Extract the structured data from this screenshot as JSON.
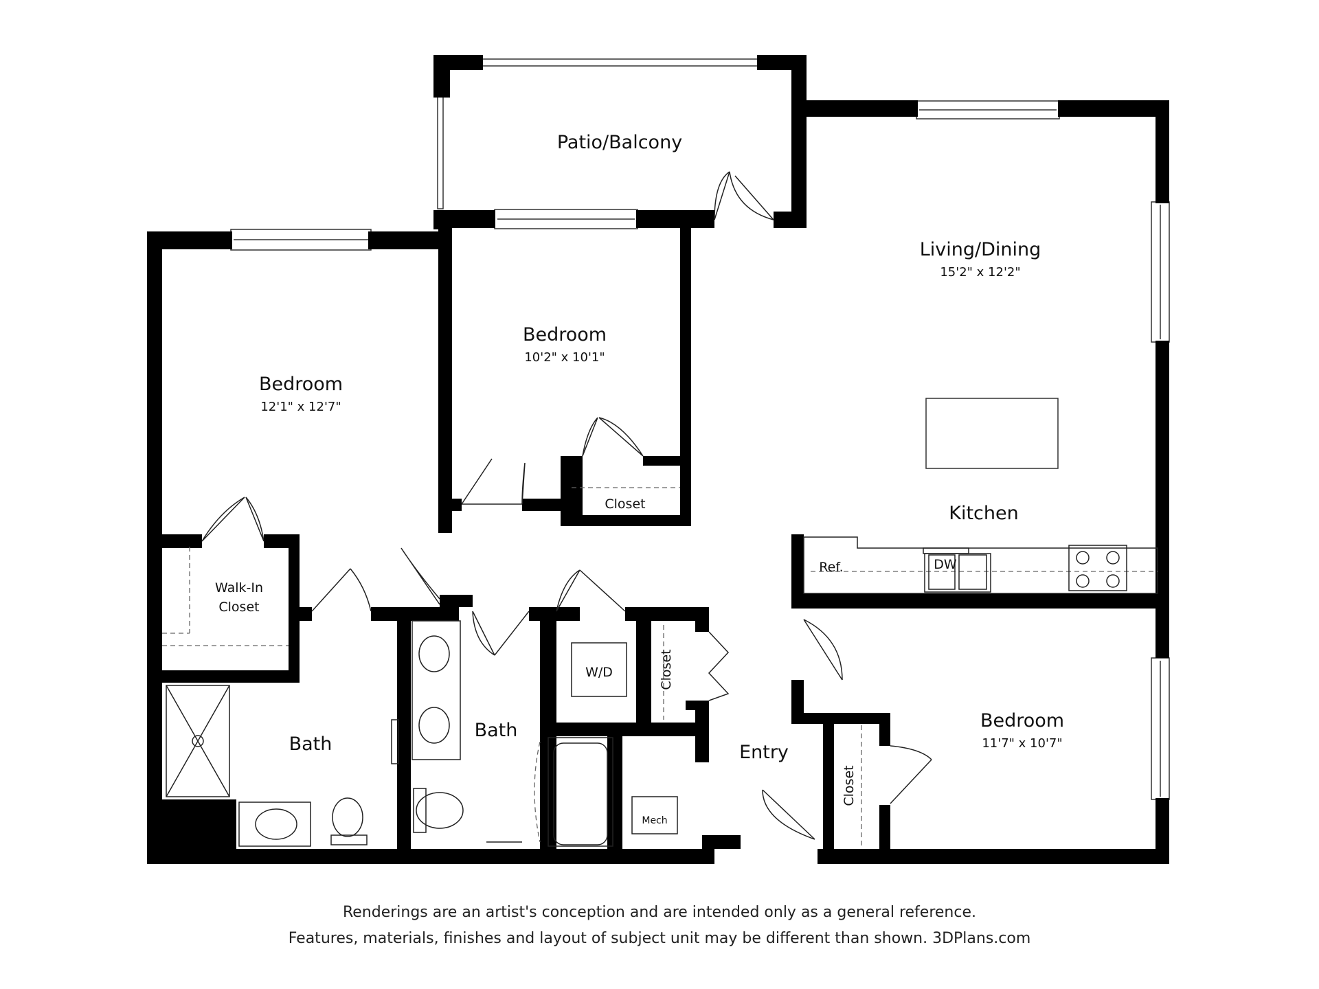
{
  "rooms": {
    "patio": {
      "name": "Patio/Balcony"
    },
    "living": {
      "name": "Living/Dining",
      "size": "15'2\" x 12'2\""
    },
    "bedroom_center": {
      "name": "Bedroom",
      "size": "10'2\" x 10'1\""
    },
    "bedroom_left": {
      "name": "Bedroom",
      "size": "12'1\" x 12'7\""
    },
    "bedroom_right": {
      "name": "Bedroom",
      "size": "11'7\" x 10'7\""
    },
    "kitchen": {
      "name": "Kitchen"
    },
    "walkin": {
      "line1": "Walk-In",
      "line2": "Closet"
    },
    "bath_left": {
      "name": "Bath"
    },
    "bath_center": {
      "name": "Bath"
    },
    "entry": {
      "name": "Entry"
    }
  },
  "fixtures": {
    "closet_center": "Closet",
    "closet_wd": "Closet",
    "closet_right": "Closet",
    "ref": "Ref.",
    "dw": "DW",
    "wd": "W/D",
    "mech": "Mech"
  },
  "disclaimer": {
    "line1": "Renderings are an artist's conception and are intended only as a general reference.",
    "line2": "Features, materials, finishes and layout of subject unit may be different than shown. 3DPlans.com"
  }
}
